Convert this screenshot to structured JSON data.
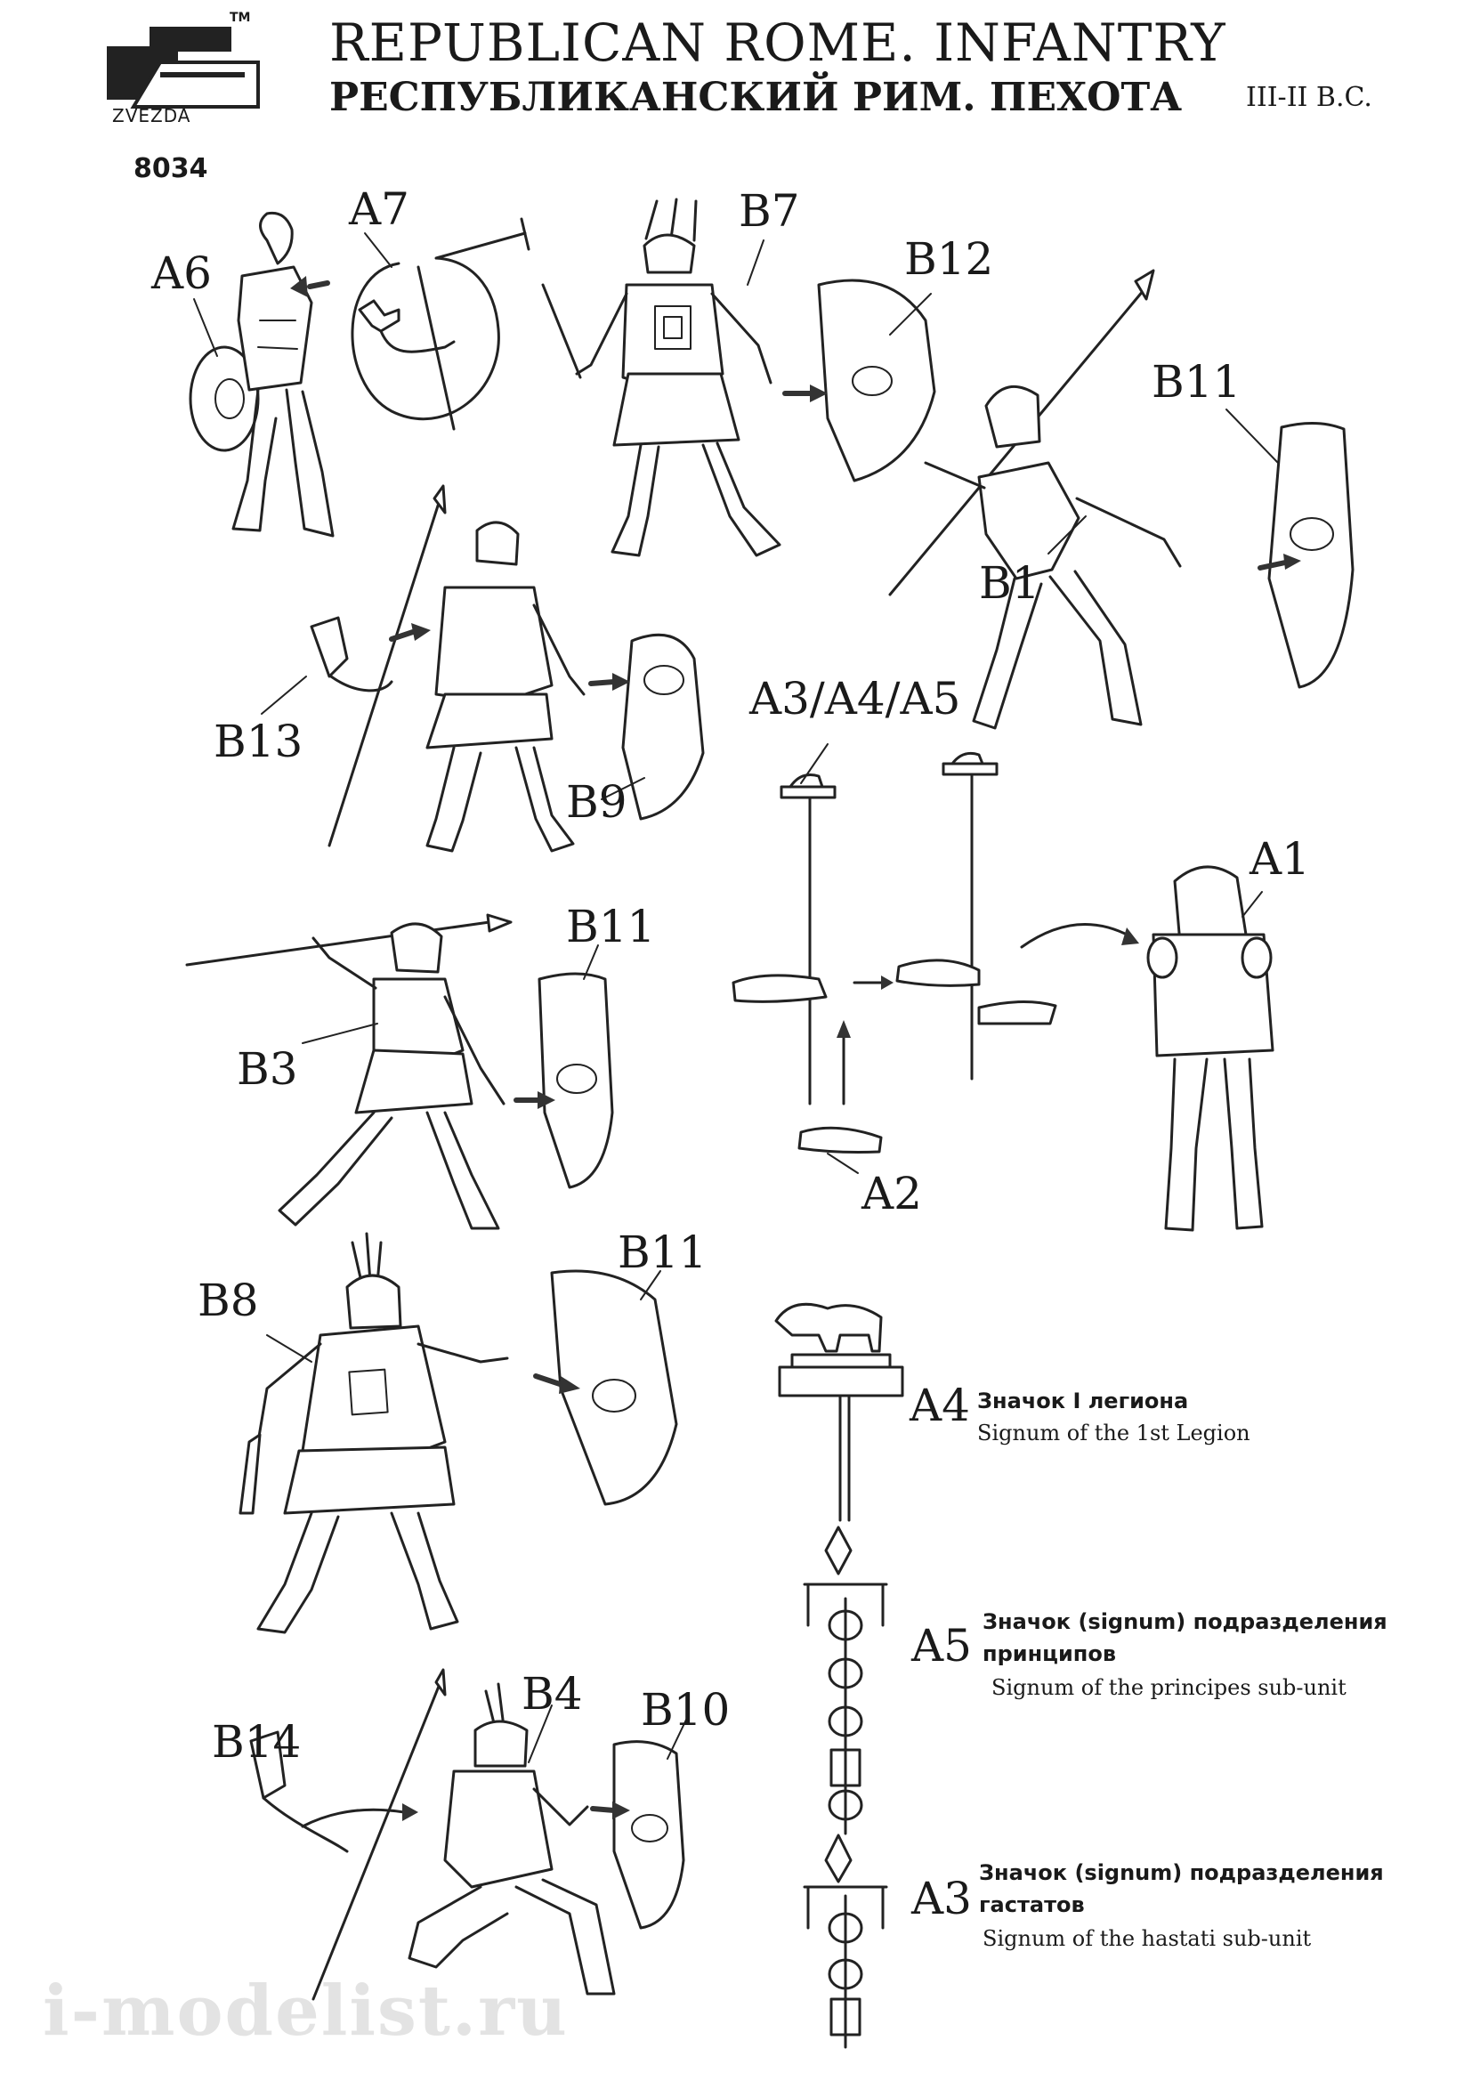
{
  "header": {
    "brand": "ZVEZDA",
    "trademark": "TM",
    "code": "8034",
    "title_en": "REPUBLICAN ROME. INFANTRY",
    "title_ru": "РЕСПУБЛИКАНСКИЙ РИМ. ПЕХОТА",
    "period": "III-II B.C."
  },
  "labels": {
    "a6": "A6",
    "a7": "A7",
    "b7": "B7",
    "b12": "B12",
    "b11_top": "B11",
    "b1": "B1",
    "b13": "B13",
    "b9": "B9",
    "a345": "A3/A4/A5",
    "a1": "A1",
    "b11_mid": "B11",
    "b3": "B3",
    "a2": "A2",
    "b8": "B8",
    "b11_low": "B11",
    "a4": "A4",
    "a5": "A5",
    "b14": "B14",
    "b4": "B4",
    "b10": "B10",
    "a3": "A3"
  },
  "signa": {
    "a4_ru": "Значок I легиона",
    "a4_en": "Signum of the 1st Legion",
    "a5_ru_1": "Значок (signum) подразделения",
    "a5_ru_2": "принципов",
    "a5_en": "Signum of the principes sub-unit",
    "a3_ru_1": "Значок (signum) подразделения",
    "a3_ru_2": "гастатов",
    "a3_en": "Signum of the hastati sub-unit"
  },
  "watermark": "i-modelist.ru",
  "icons": [
    "zvezda-logo-icon"
  ]
}
